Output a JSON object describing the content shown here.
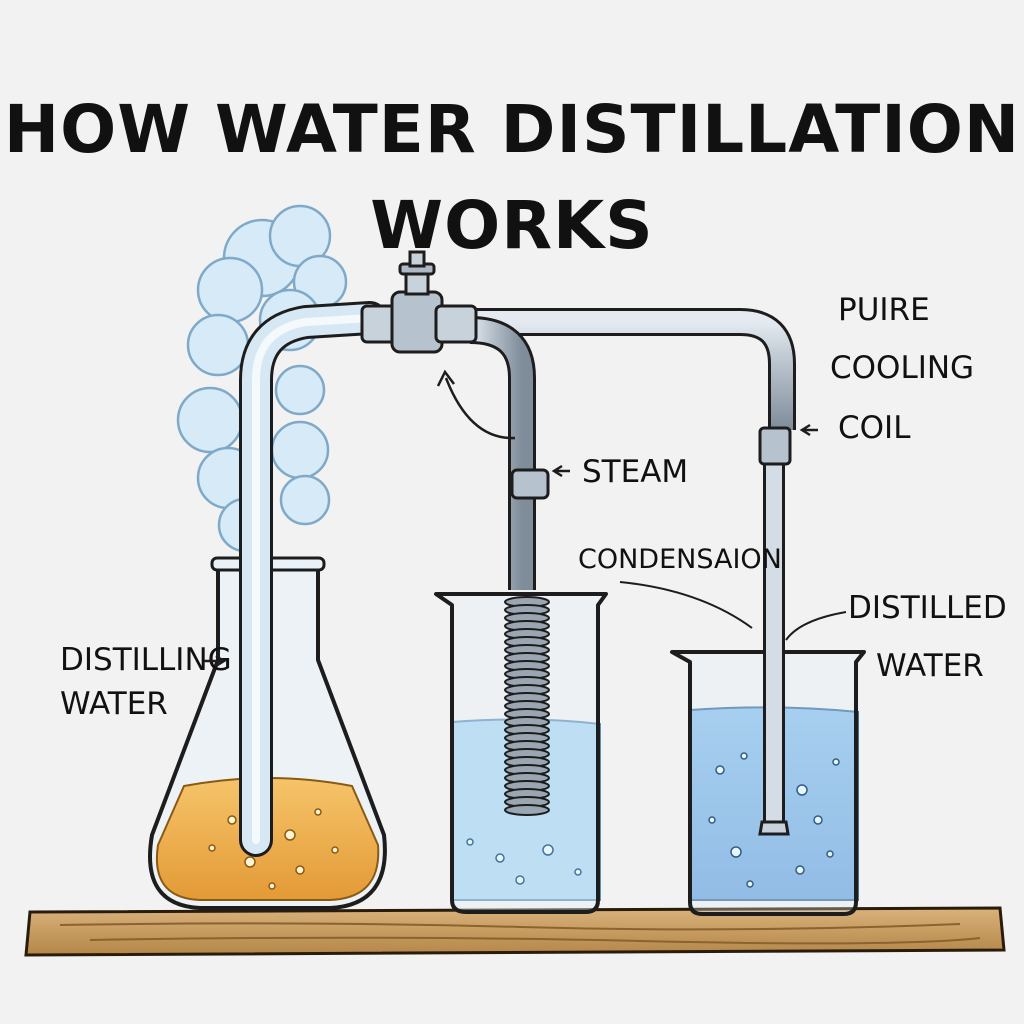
{
  "title": {
    "line1": "HOW WATER DISTILLATION",
    "line2": "WORKS"
  },
  "labels": {
    "distilling_line1": "DISTILLING",
    "distilling_line2": "WATER",
    "steam": "STEAM",
    "condensation": "CONDENSAION",
    "pure_line1": "PUIRE",
    "pure_line2": "COOLING",
    "pure_line3": "COIL",
    "distilled_line1": "DISTILLED",
    "distilled_line2": "WATER"
  },
  "colors": {
    "background": "#f2f2f2",
    "orange_liquid": "#f2b04a",
    "cool_water": "#a9d6f2",
    "distilled_water": "#7fb6e6",
    "steam": "#cfe6f7",
    "wood": "#c9a063",
    "pipe": "#aeb9c4"
  }
}
